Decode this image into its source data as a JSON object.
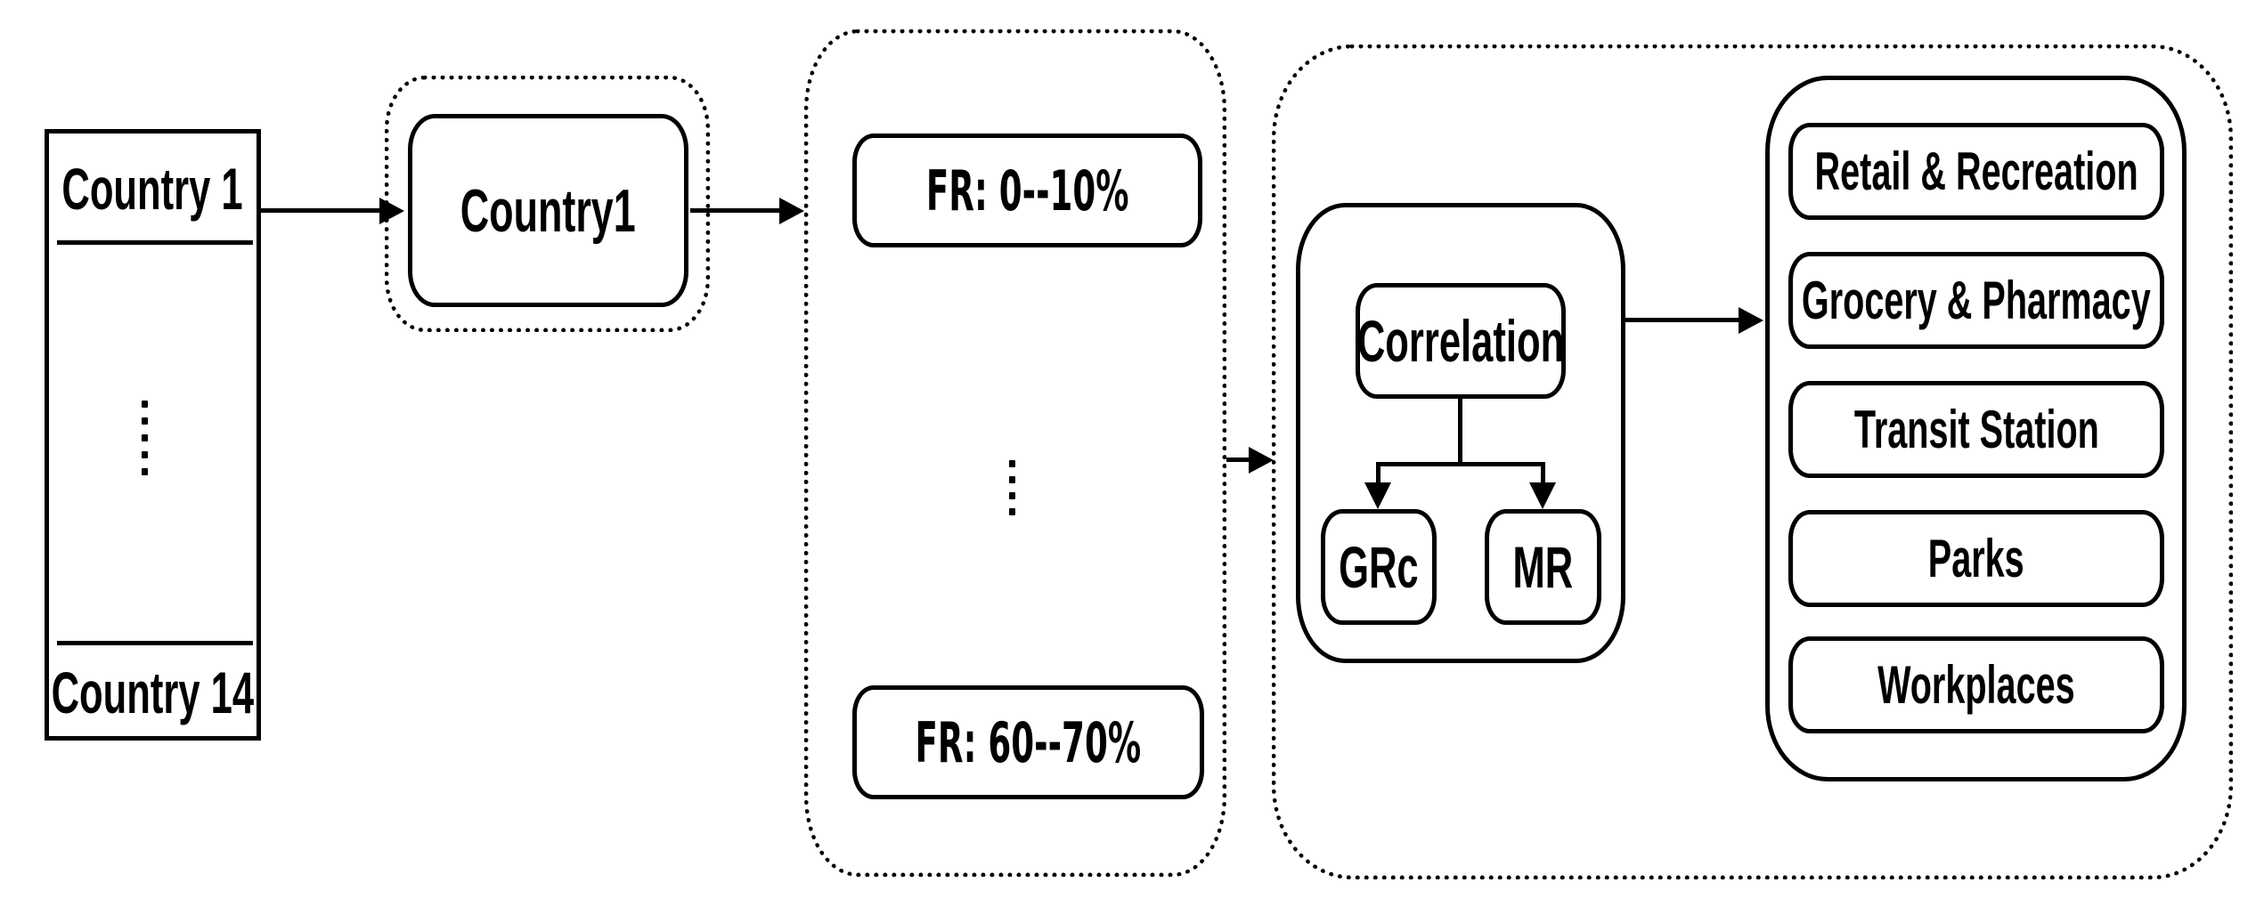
{
  "colors": {
    "stroke": "#000000",
    "background": "#ffffff"
  },
  "country_table": {
    "first_label": "Country 1",
    "last_label": "Country 14"
  },
  "country_group": {
    "node_label": "Country1"
  },
  "fr_group": {
    "first_label": "FR: 0--10%",
    "last_label": "FR: 60--70%"
  },
  "analysis_group": {
    "correlation_label": "Correlation",
    "grc_label": "GRc",
    "mr_label": "MR",
    "categories": [
      "Retail & Recreation",
      "Grocery & Pharmacy",
      "Transit Station",
      "Parks",
      "Workplaces"
    ]
  }
}
